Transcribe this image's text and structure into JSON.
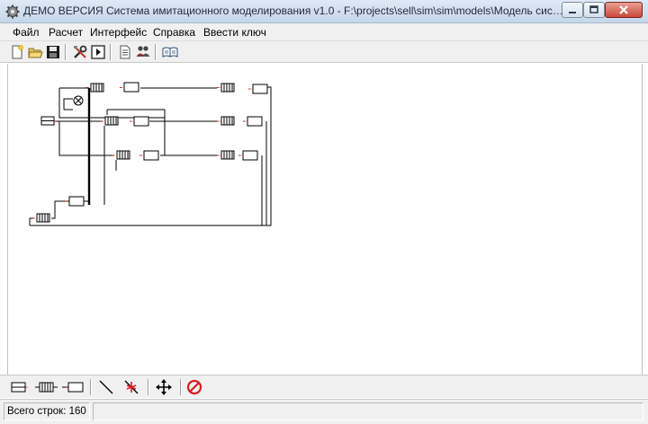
{
  "window": {
    "title": "ДЕМО ВЕРСИЯ Система имитационного моделирования v1.0 - F:\\projects\\sell\\sim\\sim\\models\\Модель системы с р..."
  },
  "menu": {
    "items": [
      {
        "label": "Файл"
      },
      {
        "label": "Расчет"
      },
      {
        "label": "Интерфейс"
      },
      {
        "label": "Справка"
      },
      {
        "label": "Ввести ключ"
      }
    ]
  },
  "toolbar": {
    "icons": [
      "new-file-icon",
      "open-folder-icon",
      "save-disk-icon",
      "settings-tools-icon",
      "run-play-icon",
      "report-document-icon",
      "users-icon",
      "help-book-icon"
    ]
  },
  "palette": {
    "icons": [
      "source-tool-icon",
      "queue-tool-icon",
      "server-tool-icon",
      "line-tool-icon",
      "delete-line-icon",
      "move-icon",
      "stop-icon"
    ]
  },
  "status": {
    "rows_label": "Всего строк: 160"
  },
  "colors": {
    "connector_red": "#c00000",
    "stop_red": "#d81e1e",
    "window_frame": "#c6d6ea"
  }
}
